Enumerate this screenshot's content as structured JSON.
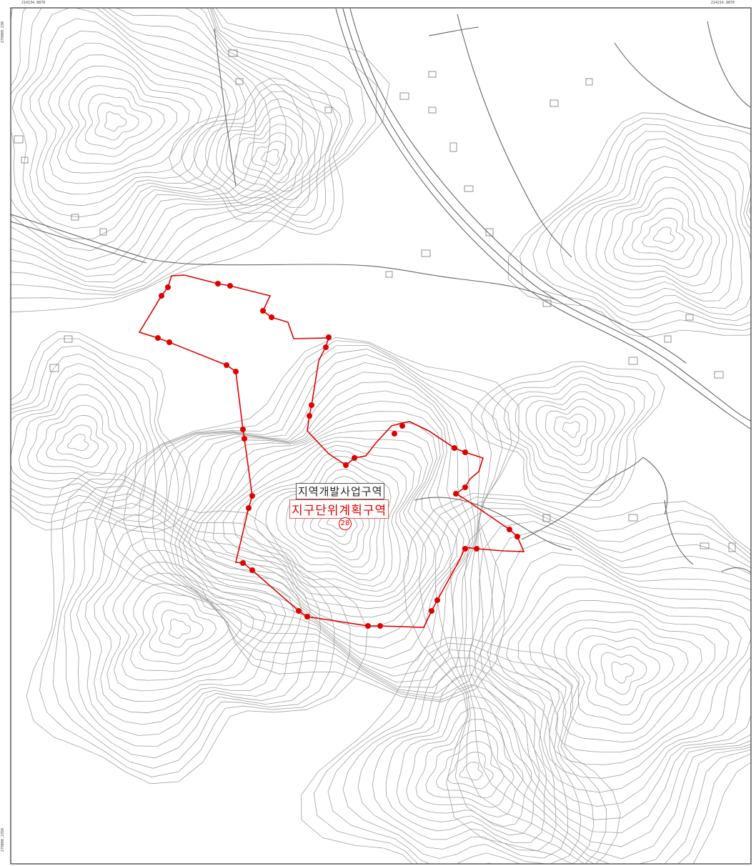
{
  "map": {
    "corner_labels": {
      "top_left": "214134.8878",
      "top_right": "214214.8878",
      "left_top": "279000.230",
      "left_bottom": "279000.2350"
    },
    "labels": {
      "regional_development": "지역개발사업구역",
      "district_unit_plan": "지구단위계획구역",
      "zone_number": "28"
    },
    "colors": {
      "boundary": "#e00000",
      "contour": "#9a9a9a",
      "road": "#6a6a6a",
      "frame": "#333333"
    }
  }
}
